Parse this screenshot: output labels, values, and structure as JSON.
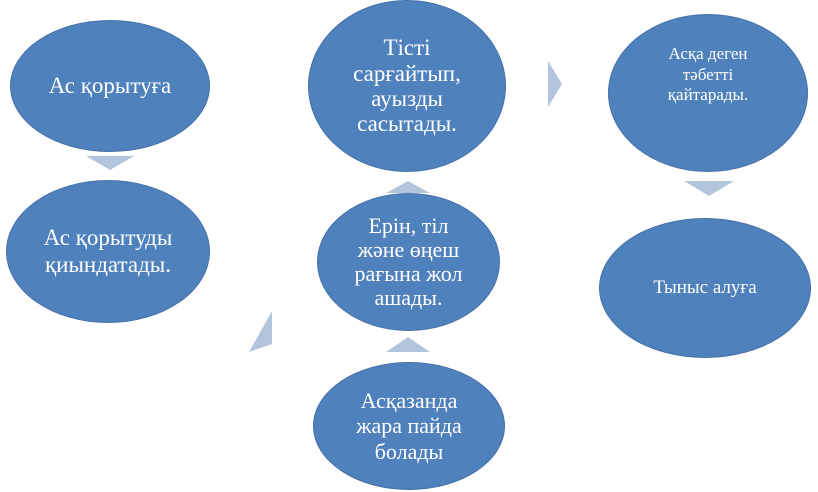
{
  "nodes": {
    "digestion_for": "Ас қорытуға",
    "digestion_hard": "Ас қорытуды\nқиындатады.",
    "teeth_yellow": "Тісті\nсарғайтып,\nауызды\nсасытады.",
    "lips_tongue": "Ерін, тіл\nжәне өңеш\nрағына жол\nашады.",
    "stomach_ulcer": "Асқазанда\nжара пайда\nболады",
    "appetite": "Асқа деген\nтәбетті\nқайтарады.",
    "breathing": "Тыныс алуға"
  },
  "colors": {
    "node_fill": "#4f81bd",
    "node_text": "#ffffff",
    "arrow_fill": "#b3c4dd"
  }
}
